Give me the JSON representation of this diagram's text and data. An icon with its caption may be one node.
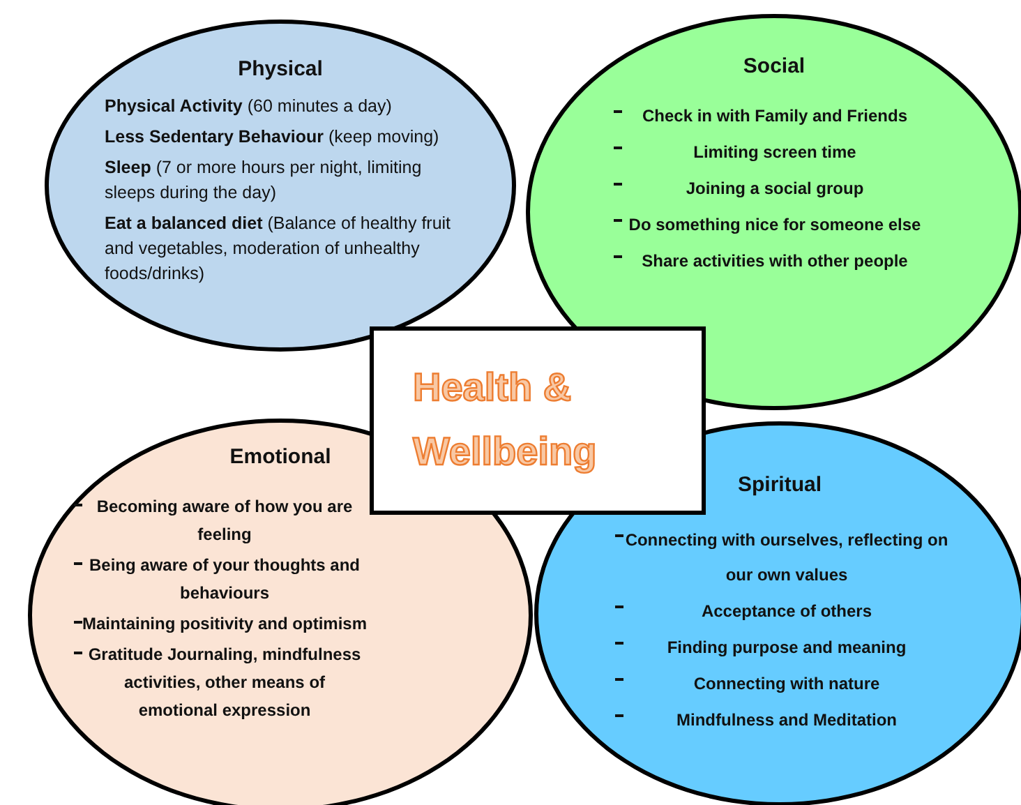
{
  "diagram": {
    "nodes": [
      {
        "text": [
          "Physical",
          "**Physical Activity** (60 minutes a day)",
          "**Less Sedentary Behaviour** (keep moving)",
          "**Sleep** (7 or more hours per night, limiting sleeps during the day)",
          "**Eat a balanced diet** (Balance of healthy fruit and vegetables, moderation of unhealthy foods/drinks)"
        ]
      },
      {
        "text": [
          "Social",
          "Check in with Family and Friends",
          "Limiting screen time",
          "Joining a social group",
          "Do something nice for someone else",
          "Share activities with other people"
        ]
      },
      {
        "text": [
          "Health & Wellbeing"
        ]
      },
      {
        "text": [
          "Emotional",
          "Becoming aware of how you are feeling",
          "Being aware of your thoughts and behaviours",
          "Maintaining positivity and optimism",
          "Gratitude Journaling, mindfulness activities, other means of emotional expression"
        ]
      },
      {
        "text": [
          "Spiritual",
          "Connecting with ourselves, reflecting on our own values",
          "Acceptance of others",
          "Finding purpose and meaning",
          "Connecting with nature",
          "Mindfulness and Meditation"
        ]
      }
    ],
    "edges": []
  }
}
